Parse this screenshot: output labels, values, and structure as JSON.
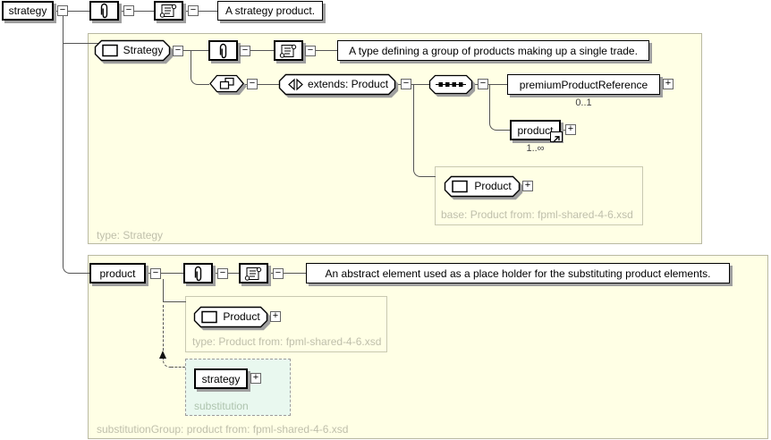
{
  "icons": {
    "collapse_glyph": "−",
    "expand_glyph": "+"
  },
  "root": {
    "element": "strategy",
    "annotation": "A strategy product."
  },
  "strategy_type": {
    "name": "Strategy",
    "annotation": "A type defining a group of products making up a single trade.",
    "extends_label": "extends: Product",
    "children": [
      {
        "name": "premiumProductReference",
        "occurrence": "0..1"
      },
      {
        "name": "product",
        "occurrence": "1..∞"
      }
    ],
    "base": {
      "name": "Product",
      "caption": "base: Product from: fpml-shared-4-6.xsd"
    },
    "footer": "type: Strategy"
  },
  "product_element": {
    "name": "product",
    "annotation": "An abstract element used as a place holder for the substituting product elements.",
    "type": {
      "name": "Product",
      "caption": "type: Product from: fpml-shared-4-6.xsd"
    },
    "substitution": {
      "name": "strategy",
      "caption": "substitution"
    },
    "footer": "substitutionGroup: product from: fpml-shared-4-6.xsd"
  },
  "colors": {
    "panel_bg": "#FFFFE5",
    "panel_border": "#B9B9A2",
    "substitution_bg": "#E9F8EF",
    "substitution_border": "#9C9C9C",
    "caption_text": "#BFBFAB",
    "shadow": "#9F9F9F",
    "line": "#555555"
  }
}
